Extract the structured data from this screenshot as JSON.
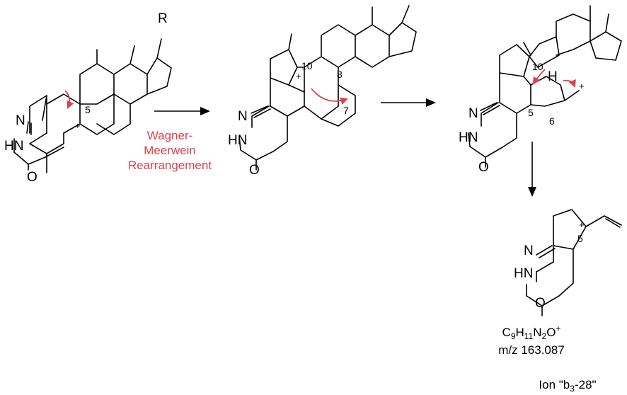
{
  "labels": {
    "r_group": "R",
    "n_atom": "N",
    "hn_atom": "HN",
    "o_atom": "O",
    "h_atom": "H",
    "plus": "+",
    "pos5": "5",
    "pos6": "6",
    "pos7": "7",
    "pos8": "8",
    "pos10": "10"
  },
  "reaction": {
    "line1": "Wagner-",
    "line2": "Meerwein",
    "line3": "Rearrangement"
  },
  "product": {
    "formula_main": "C",
    "formula_c": "9",
    "formula_h": "H",
    "formula_hn": "11",
    "formula_n": "N",
    "formula_n2": "2",
    "formula_o": "O",
    "formula_charge": "+",
    "mz": "m/z 163.087",
    "ion_prefix": "Ion \"b",
    "ion_sub": "3",
    "ion_suffix": "-28\""
  },
  "colors": {
    "structure": "#000000",
    "reaction_label": "#d9434c",
    "curly_arrows": "#d9434c"
  }
}
